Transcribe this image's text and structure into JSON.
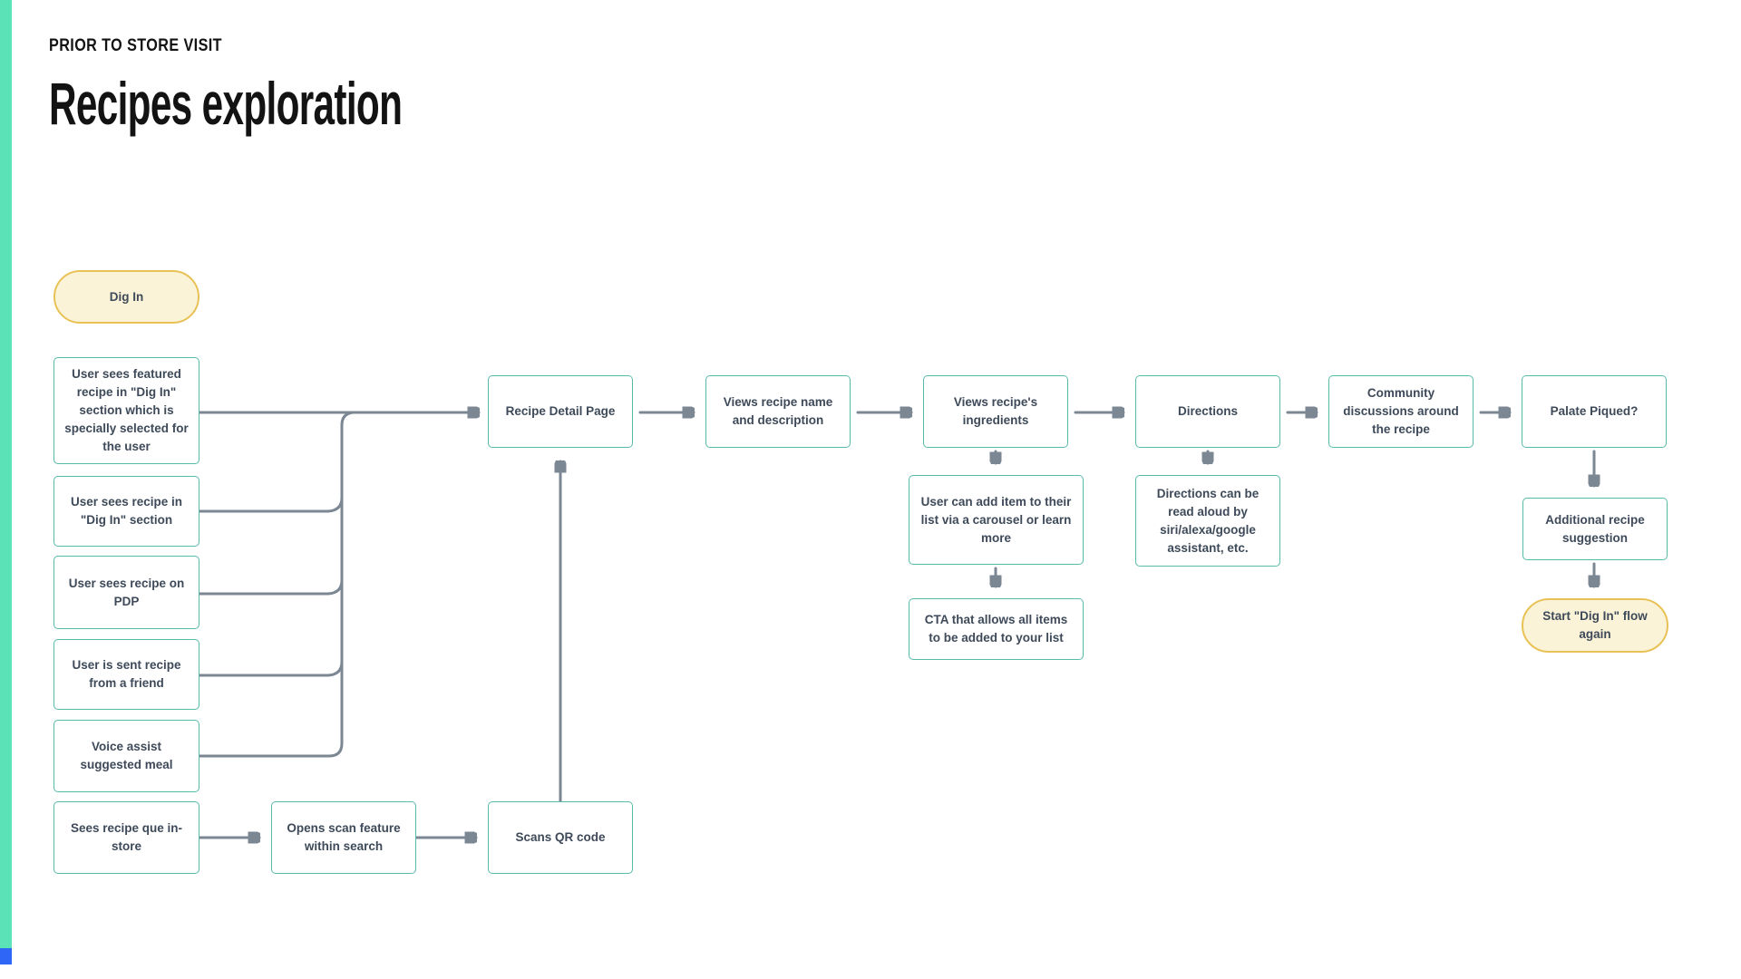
{
  "page": {
    "kicker": "PRIOR TO STORE VISIT",
    "title": "Recipes exploration"
  },
  "colors": {
    "node_border_teal": "#56bba9",
    "accent_bar_mint": "#5be3b7",
    "accent_bar_blue": "#2f66f5",
    "connector_gray": "#7c8794",
    "text_slate": "#3e4a59",
    "pill_border_yellow": "#e8c256",
    "pill_fill_cream": "#fbf3d8"
  },
  "flow": {
    "start": {
      "label": "Dig In"
    },
    "entries": [
      {
        "label": "User sees featured recipe in \"Dig In\" section which is specially selected for the user"
      },
      {
        "label": "User sees recipe in \"Dig In\" section"
      },
      {
        "label": "User sees recipe on PDP"
      },
      {
        "label": "User is sent recipe from a friend"
      },
      {
        "label": "Voice assist suggested meal"
      },
      {
        "label": "Sees recipe que in-store"
      }
    ],
    "scan_path": [
      {
        "label": "Opens scan feature within search"
      },
      {
        "label": "Scans QR code"
      }
    ],
    "main": [
      {
        "label": "Recipe Detail Page"
      },
      {
        "label": "Views recipe name and description"
      },
      {
        "label": "Views recipe's ingredients"
      },
      {
        "label": "Directions"
      },
      {
        "label": "Community discussions around the recipe"
      },
      {
        "label": "Palate Piqued?"
      }
    ],
    "sub": [
      {
        "label": "User can add item to their list via a carousel or learn more"
      },
      {
        "label": "CTA that allows all items to be added to your list"
      },
      {
        "label": "Directions can be read aloud by siri/alexa/google assistant, etc."
      },
      {
        "label": "Additional recipe suggestion"
      }
    ],
    "end": {
      "label": "Start \"Dig In\" flow again"
    }
  }
}
